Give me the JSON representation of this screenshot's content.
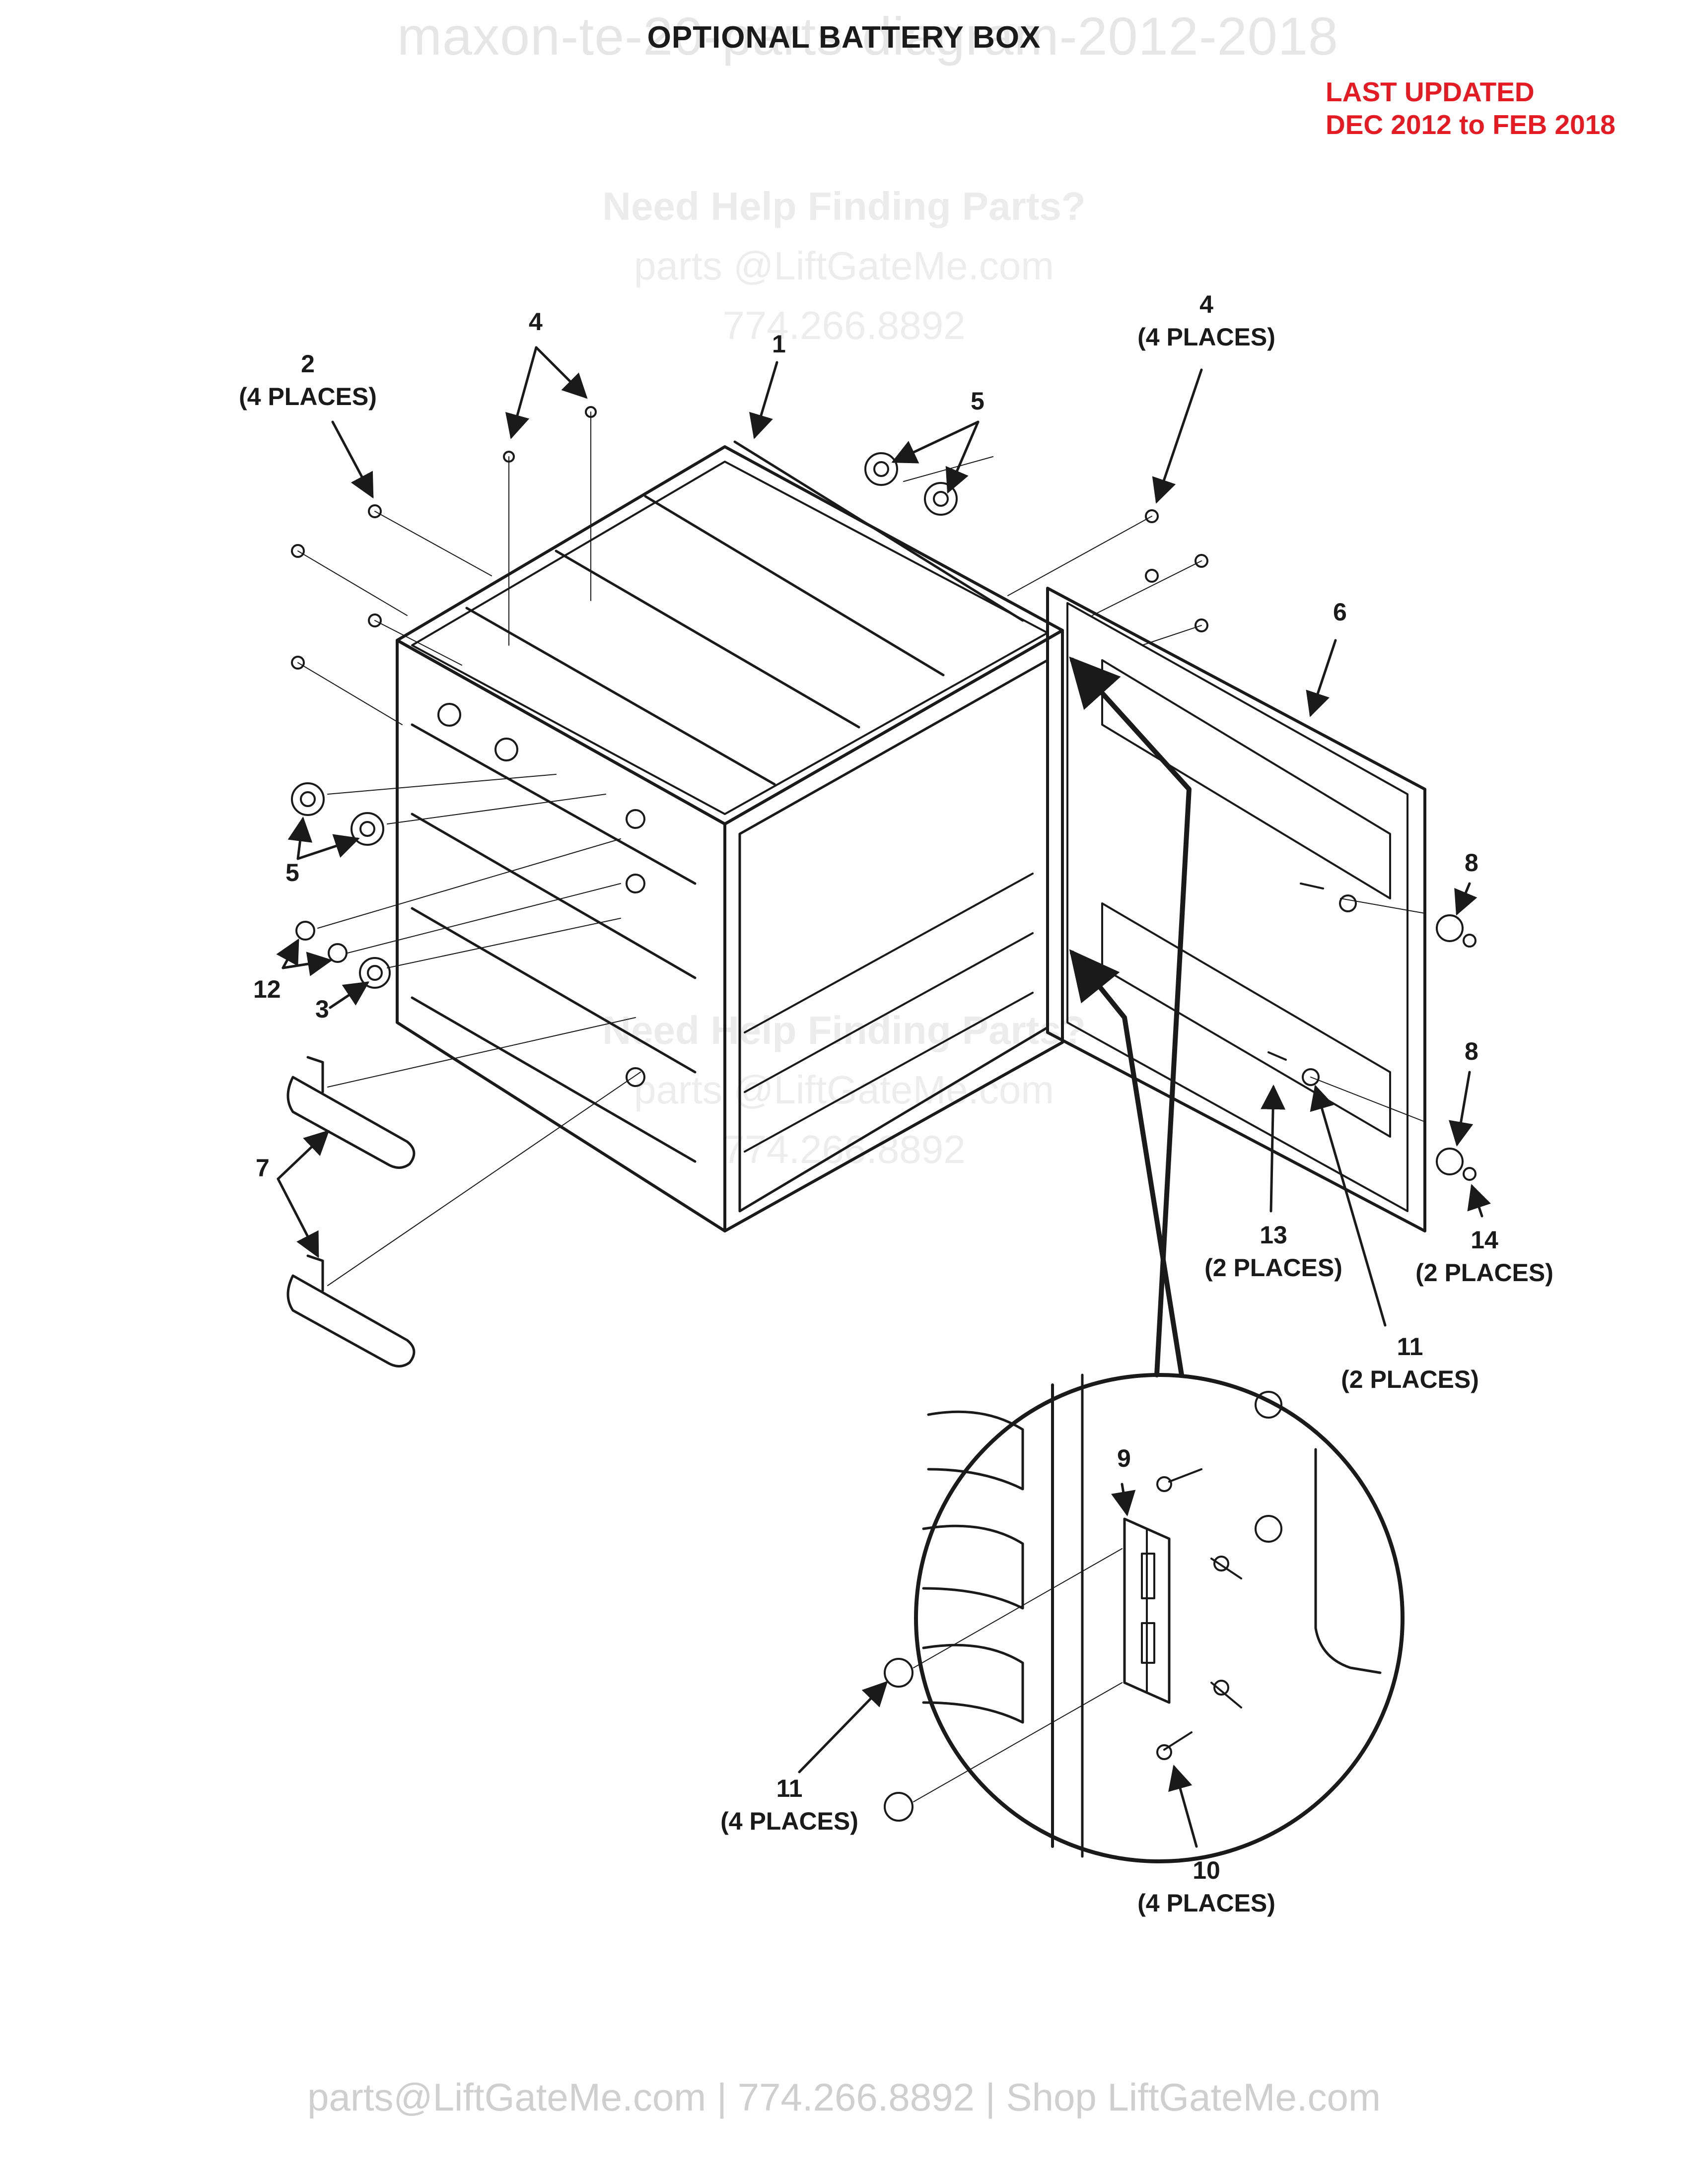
{
  "watermark": {
    "top_text": "maxon-te-20-parts-diagram-2012-2018",
    "help_title": "Need Help Finding Parts?",
    "help_email": "parts @LiftGateMe.com",
    "help_phone": "774.266.8892"
  },
  "title": "OPTIONAL BATTERY BOX",
  "last_updated": {
    "line1": "LAST UPDATED",
    "line2": "DEC 2012 to FEB 2018"
  },
  "callouts": [
    {
      "num": "1",
      "qty": ""
    },
    {
      "num": "2",
      "qty": "(4 PLACES)"
    },
    {
      "num": "3",
      "qty": ""
    },
    {
      "num": "4",
      "qty": ""
    },
    {
      "num": "4",
      "qty": "(4 PLACES)"
    },
    {
      "num": "5",
      "qty": ""
    },
    {
      "num": "5",
      "qty": ""
    },
    {
      "num": "6",
      "qty": ""
    },
    {
      "num": "7",
      "qty": ""
    },
    {
      "num": "8",
      "qty": ""
    },
    {
      "num": "8",
      "qty": ""
    },
    {
      "num": "9",
      "qty": ""
    },
    {
      "num": "10",
      "qty": "(4 PLACES)"
    },
    {
      "num": "11",
      "qty": "(2 PLACES)"
    },
    {
      "num": "11",
      "qty": "(4 PLACES)"
    },
    {
      "num": "12",
      "qty": ""
    },
    {
      "num": "13",
      "qty": "(2 PLACES)"
    },
    {
      "num": "14",
      "qty": "(2 PLACES)"
    }
  ],
  "footer": "parts@LiftGateMe.com | 774.266.8892 | Shop LiftGateMe.com",
  "colors": {
    "line": "#1a1a1a",
    "updated": "#e51b24",
    "watermark": "#e6e6e6"
  }
}
